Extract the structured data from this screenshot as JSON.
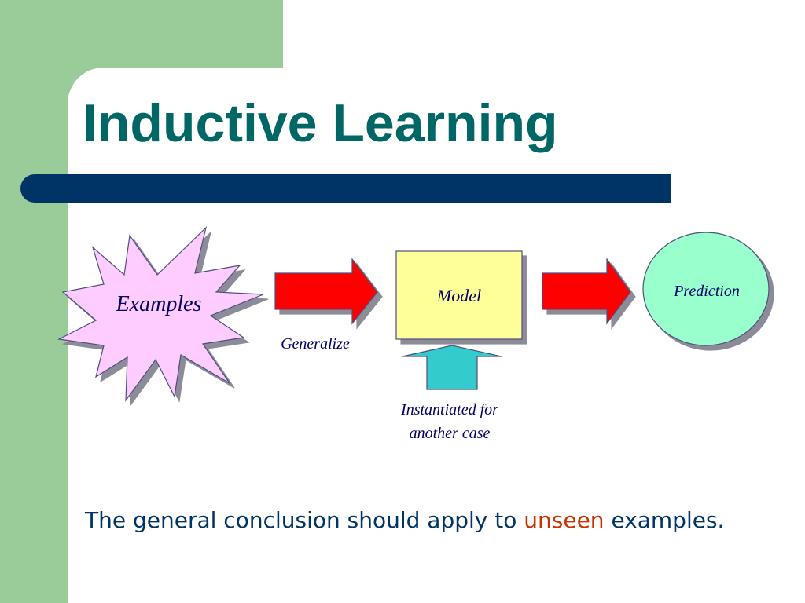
{
  "slide": {
    "title": "Inductive Learning",
    "colors": {
      "title": "#006666",
      "rule": "#003366",
      "band": "#99cc99",
      "caption": "#003366",
      "highlight": "#cc3300"
    }
  },
  "diagram": {
    "examples_label": "Examples",
    "generalize_label": "Generalize",
    "model_label": "Model",
    "instantiated_line1": "Instantiated for",
    "instantiated_line2": "another case",
    "prediction_label": "Prediction",
    "colors": {
      "starburst": "#ffccff",
      "arrows_right": "#ff0000",
      "model_box": "#ffff99",
      "arrow_up": "#33cccc",
      "prediction": "#99ffcc",
      "label": "#000066"
    },
    "icons": [
      "starburst-shape",
      "right-arrow-icon",
      "up-arrow-icon",
      "ellipse-shape"
    ]
  },
  "caption": {
    "before": "The general conclusion should apply to ",
    "highlight": "unseen",
    "after": " examples."
  }
}
